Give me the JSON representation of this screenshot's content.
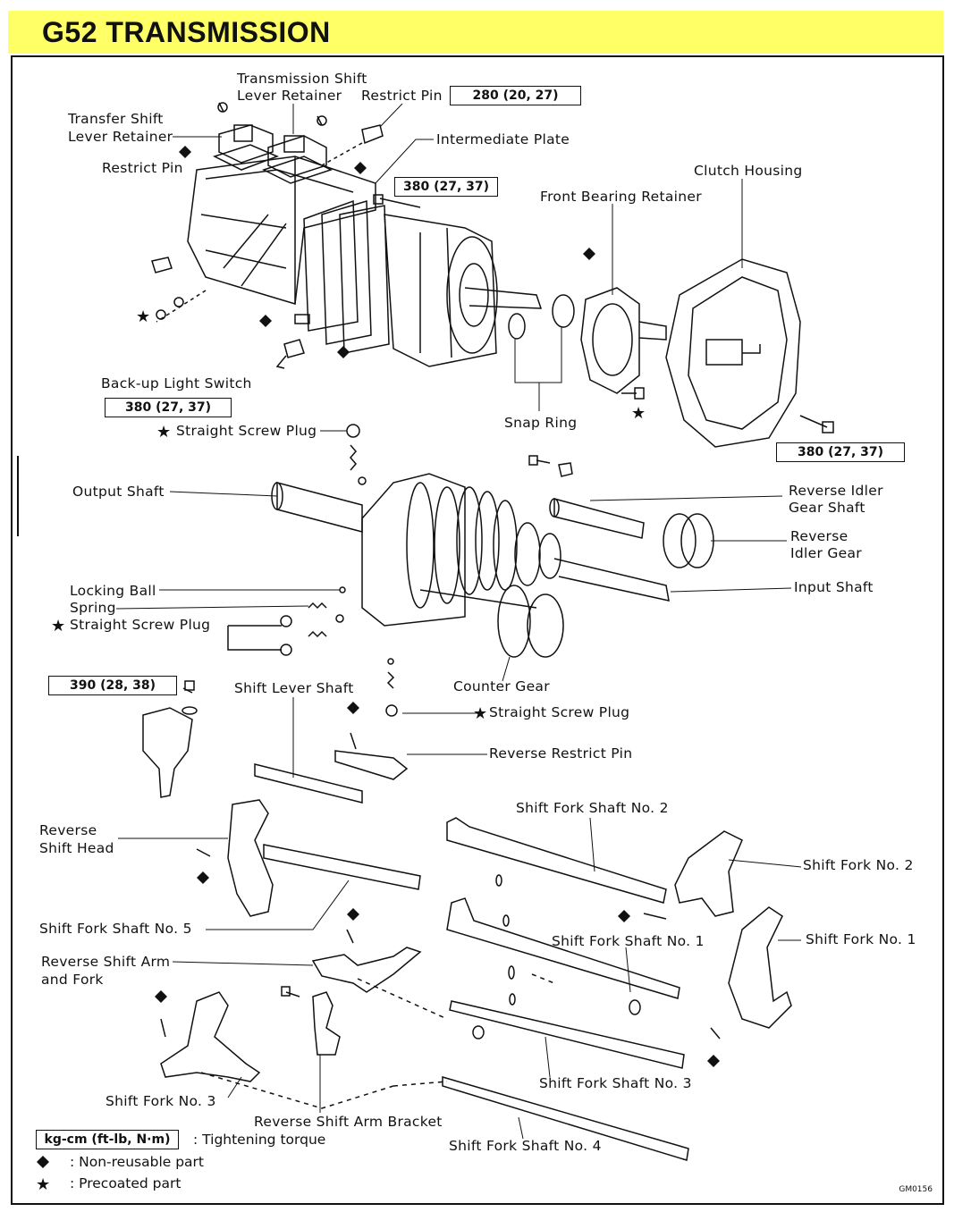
{
  "title": "G52 TRANSMISSION",
  "labels": {
    "transmission_shift_lever_retainer": [
      "Transmission Shift",
      "Lever Retainer"
    ],
    "restrict_pin_top": "Restrict Pin",
    "transfer_shift_lever_retainer": [
      "Transfer Shift",
      "Lever Retainer"
    ],
    "intermediate_plate": "Intermediate Plate",
    "restrict_pin_left": "Restrict Pin",
    "clutch_housing": "Clutch Housing",
    "front_bearing_retainer": "Front Bearing Retainer",
    "backup_light_switch": "Back-up Light Switch",
    "straight_screw_plug_1": "Straight Screw Plug",
    "snap_ring": "Snap Ring",
    "output_shaft": "Output Shaft",
    "reverse_idler_gear_shaft": [
      "Reverse Idler",
      "Gear Shaft"
    ],
    "reverse_idler_gear": [
      "Reverse",
      "Idler Gear"
    ],
    "input_shaft": "Input Shaft",
    "locking_ball": "Locking Ball",
    "spring": "Spring",
    "straight_screw_plug_2": "Straight Screw Plug",
    "shift_lever_shaft": "Shift Lever Shaft",
    "counter_gear": "Counter Gear",
    "straight_screw_plug_3": "Straight Screw Plug",
    "reverse_restrict_pin": "Reverse Restrict Pin",
    "shift_fork_shaft_no2": "Shift Fork Shaft No. 2",
    "reverse_shift_head": [
      "Reverse",
      "Shift Head"
    ],
    "shift_fork_no2": "Shift Fork No. 2",
    "shift_fork_shaft_no5": "Shift Fork Shaft No. 5",
    "shift_fork_shaft_no1": "Shift Fork Shaft No. 1",
    "shift_fork_no1": "Shift Fork No. 1",
    "reverse_shift_arm_and_fork": [
      "Reverse Shift Arm",
      "and Fork"
    ],
    "shift_fork_no3": "Shift Fork No. 3",
    "shift_fork_shaft_no3": "Shift Fork Shaft No. 3",
    "reverse_shift_arm_bracket": "Reverse Shift Arm Bracket",
    "shift_fork_shaft_no4": "Shift Fork Shaft No. 4"
  },
  "torques": {
    "restrict_pin": "280 (20, 27)",
    "intermediate_plate_bolt": "380 (27, 37)",
    "backup_light_switch": "380 (27, 37)",
    "clutch_housing_bolt": "380 (27, 37)",
    "reverse_shift_head_bolt": "390 (28, 38)"
  },
  "legend": {
    "torque_unit": "kg-cm (ft-lb, N·m)",
    "torque_desc": ": Tightening torque",
    "diamond_desc": ":  Non-reusable part",
    "star_desc": ":  Precoated part"
  },
  "figure_code": "GM0156",
  "symbols": {
    "non_reusable": "black-diamond",
    "precoated": "black-star"
  }
}
